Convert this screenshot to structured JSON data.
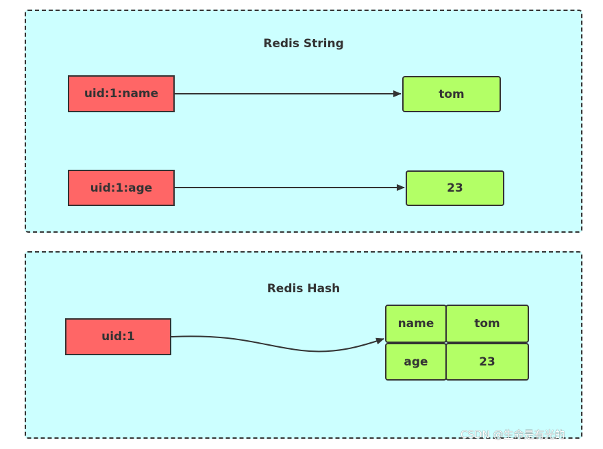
{
  "string_panel": {
    "title": "Redis String",
    "entries": [
      {
        "key": "uid:1:name",
        "value": "tom"
      },
      {
        "key": "uid:1:age",
        "value": "23"
      }
    ]
  },
  "hash_panel": {
    "title": "Redis Hash",
    "key": "uid:1",
    "fields": [
      {
        "field": "name",
        "value": "tom"
      },
      {
        "field": "age",
        "value": "23"
      }
    ]
  },
  "colors": {
    "panel_fill": "#ccffff",
    "key_fill": "#ff6666",
    "value_fill": "#b3ff66",
    "stroke": "#333333"
  },
  "watermark": "CSDN @生命是有光的"
}
